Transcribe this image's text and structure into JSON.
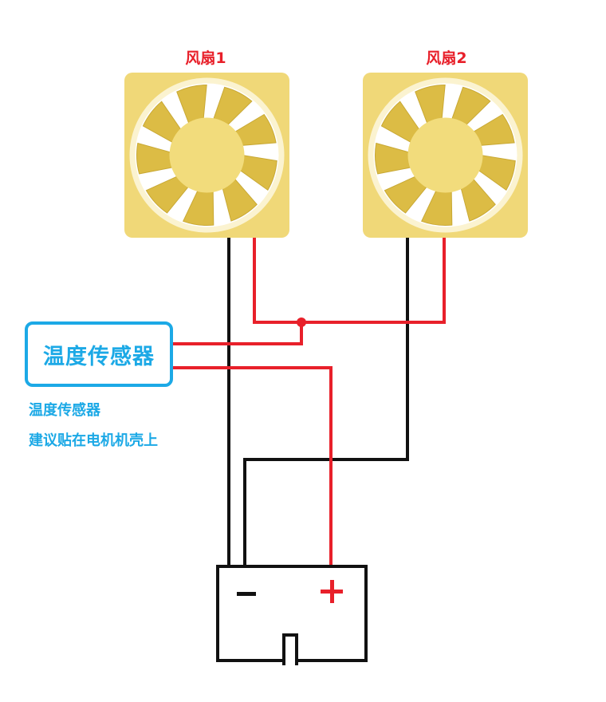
{
  "fans": [
    {
      "label": "风扇1"
    },
    {
      "label": "风扇2"
    }
  ],
  "sensor": {
    "box_label": "温度传感器",
    "note_line1": "温度传感器",
    "note_line2": "建议贴在电机机壳上"
  },
  "battery": {
    "minus_icon": "minus-icon",
    "plus_icon": "plus-icon"
  },
  "colors": {
    "positive_wire": "#e8202a",
    "negative_wire": "#111111",
    "sensor_blue": "#1ca9e6",
    "fan_body": "#f0d878",
    "blade_yellow": "#e2c24a"
  }
}
